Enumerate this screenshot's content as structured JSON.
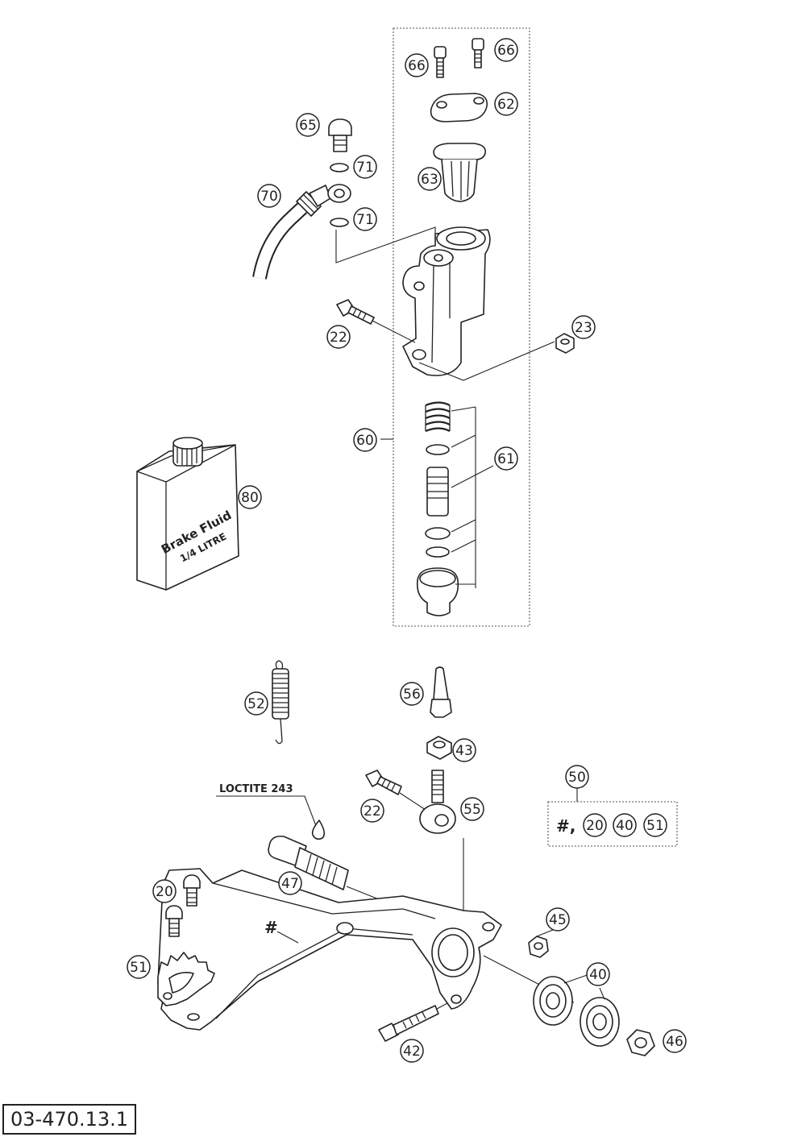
{
  "document_number": "03-470.13.1",
  "note_loctite": "LOCTITE 243",
  "can_label": {
    "line1": "Brake Fluid",
    "line2": "1/4 LITRE"
  },
  "kit_prefix": "#,",
  "hash_mark": "#",
  "callouts": [
    {
      "id": "c66a",
      "label": "66"
    },
    {
      "id": "c66b",
      "label": "66"
    },
    {
      "id": "c62",
      "label": "62"
    },
    {
      "id": "c65",
      "label": "65"
    },
    {
      "id": "c71a",
      "label": "71"
    },
    {
      "id": "c63",
      "label": "63"
    },
    {
      "id": "c70",
      "label": "70"
    },
    {
      "id": "c71b",
      "label": "71"
    },
    {
      "id": "c22a",
      "label": "22"
    },
    {
      "id": "c23",
      "label": "23"
    },
    {
      "id": "c60",
      "label": "60"
    },
    {
      "id": "c61",
      "label": "61"
    },
    {
      "id": "c80",
      "label": "80"
    },
    {
      "id": "c52",
      "label": "52"
    },
    {
      "id": "c56",
      "label": "56"
    },
    {
      "id": "c43",
      "label": "43"
    },
    {
      "id": "c50",
      "label": "50"
    },
    {
      "id": "c22b",
      "label": "22"
    },
    {
      "id": "c55",
      "label": "55"
    },
    {
      "id": "c20k",
      "label": "20"
    },
    {
      "id": "c40k",
      "label": "40"
    },
    {
      "id": "c51k",
      "label": "51"
    },
    {
      "id": "c47",
      "label": "47"
    },
    {
      "id": "c20",
      "label": "20"
    },
    {
      "id": "c45",
      "label": "45"
    },
    {
      "id": "c51",
      "label": "51"
    },
    {
      "id": "c40",
      "label": "40"
    },
    {
      "id": "c42",
      "label": "42"
    },
    {
      "id": "c46",
      "label": "46"
    }
  ]
}
